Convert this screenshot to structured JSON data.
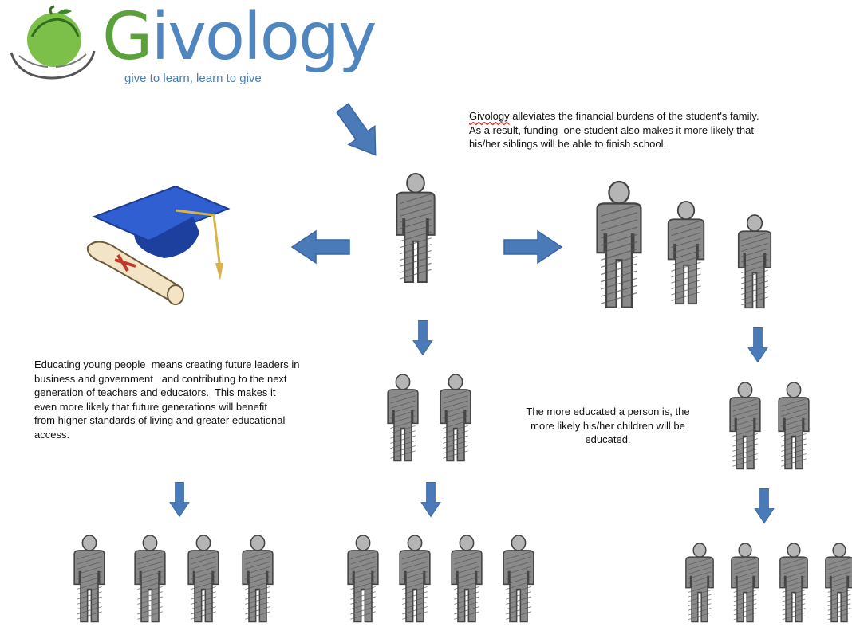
{
  "logo": {
    "wordmark_first": "G",
    "wordmark_rest": "ivology",
    "tagline": "give to learn, learn to give"
  },
  "texts": {
    "top_right_lead": "Givology",
    "top_right_rest": " alleviates the financial burdens of the student's family.\nAs a result, funding  one student also makes it more likely that\nhis/her siblings will be able to finish school.",
    "left_paragraph": "Educating young people  means creating future leaders in\nbusiness and government   and contributing to the next\ngeneration of teachers and educators.  This makes it\neven more likely that future generations will benefit\nfrom higher standards of living and greater educational\naccess.",
    "right_paragraph": "The more educated a person is, the\nmore likely his/her children will be\neducated."
  },
  "colors": {
    "arrow": "#4a7ab8",
    "figure": "#8a8a8a",
    "logo_green": "#5aa13c",
    "logo_blue": "#4f86c0",
    "cap_blue": "#2f5fd0"
  },
  "icons": [
    "apple-hands-logo-icon",
    "graduation-cap-icon",
    "diploma-scroll-icon",
    "person-figure-icon",
    "arrow-icon"
  ]
}
